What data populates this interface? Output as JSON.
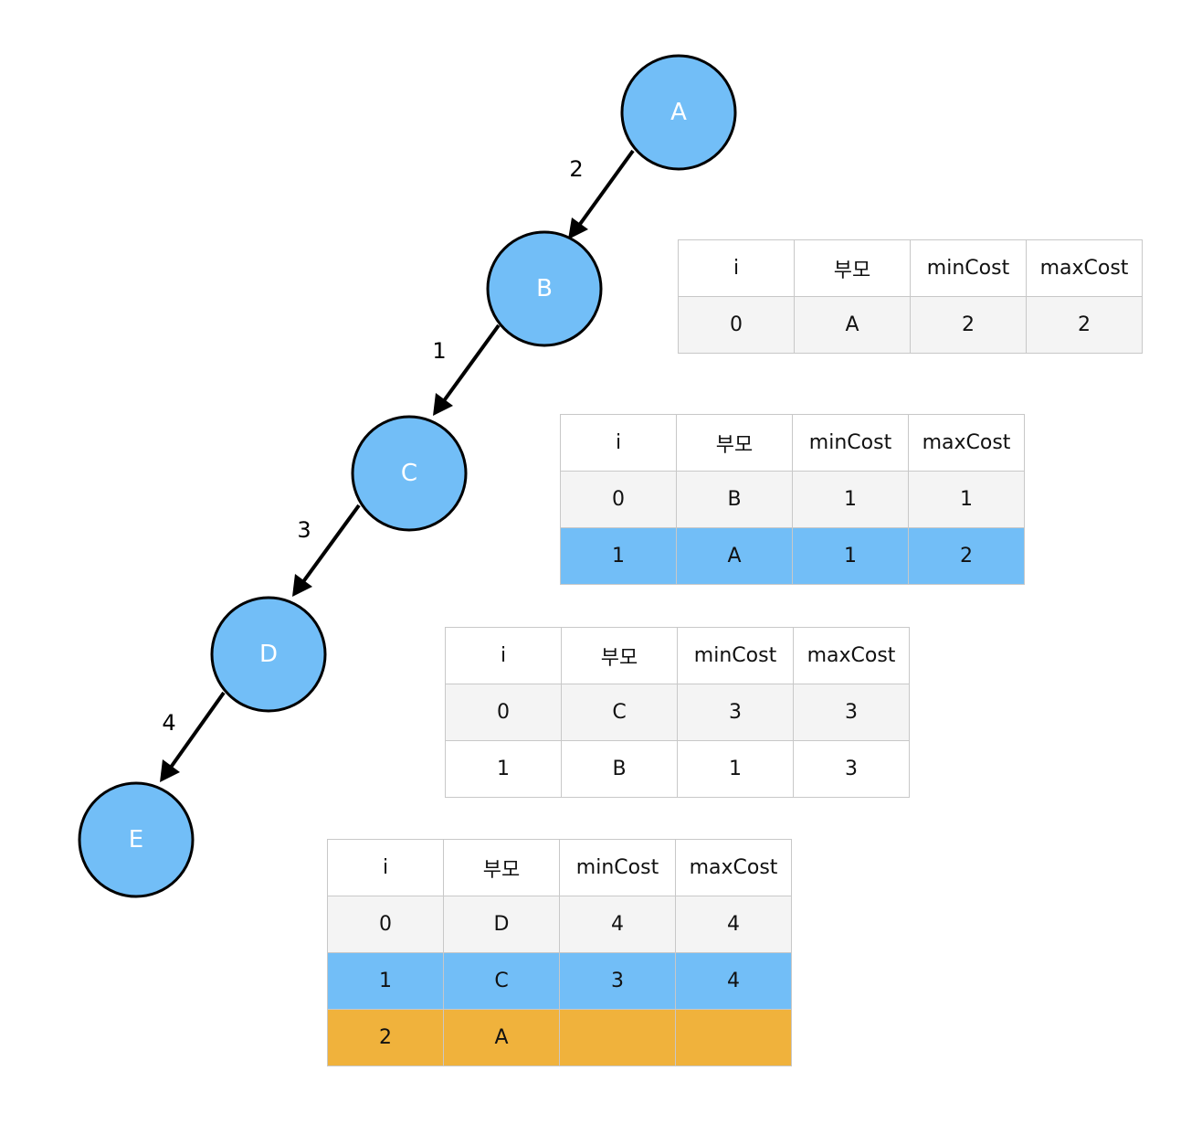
{
  "nodes": [
    {
      "label": "A"
    },
    {
      "label": "B"
    },
    {
      "label": "C"
    },
    {
      "label": "D"
    },
    {
      "label": "E"
    }
  ],
  "edges": [
    {
      "from": "A",
      "to": "B",
      "weight": "2"
    },
    {
      "from": "B",
      "to": "C",
      "weight": "1"
    },
    {
      "from": "C",
      "to": "D",
      "weight": "3"
    },
    {
      "from": "D",
      "to": "E",
      "weight": "4"
    }
  ],
  "colors": {
    "node_fill": "#72BEF7",
    "highlight_blue": "#72BEF7",
    "highlight_orange": "#F0B23C",
    "row_gray": "#F4F4F4"
  },
  "tables": [
    {
      "headers": [
        "i",
        "부모",
        "minCost",
        "maxCost"
      ],
      "rows": [
        {
          "style": "gray",
          "cells": [
            "0",
            "A",
            "2",
            "2"
          ]
        }
      ]
    },
    {
      "headers": [
        "i",
        "부모",
        "minCost",
        "maxCost"
      ],
      "rows": [
        {
          "style": "gray",
          "cells": [
            "0",
            "B",
            "1",
            "1"
          ]
        },
        {
          "style": "blue",
          "cells": [
            "1",
            "A",
            "1",
            "2"
          ]
        }
      ]
    },
    {
      "headers": [
        "i",
        "부모",
        "minCost",
        "maxCost"
      ],
      "rows": [
        {
          "style": "gray",
          "cells": [
            "0",
            "C",
            "3",
            "3"
          ]
        },
        {
          "style": "white",
          "cells": [
            "1",
            "B",
            "1",
            "3"
          ]
        }
      ]
    },
    {
      "headers": [
        "i",
        "부모",
        "minCost",
        "maxCost"
      ],
      "rows": [
        {
          "style": "gray",
          "cells": [
            "0",
            "D",
            "4",
            "4"
          ]
        },
        {
          "style": "blue",
          "cells": [
            "1",
            "C",
            "3",
            "4"
          ]
        },
        {
          "style": "orange",
          "cells": [
            "2",
            "A",
            "",
            ""
          ]
        }
      ]
    }
  ]
}
